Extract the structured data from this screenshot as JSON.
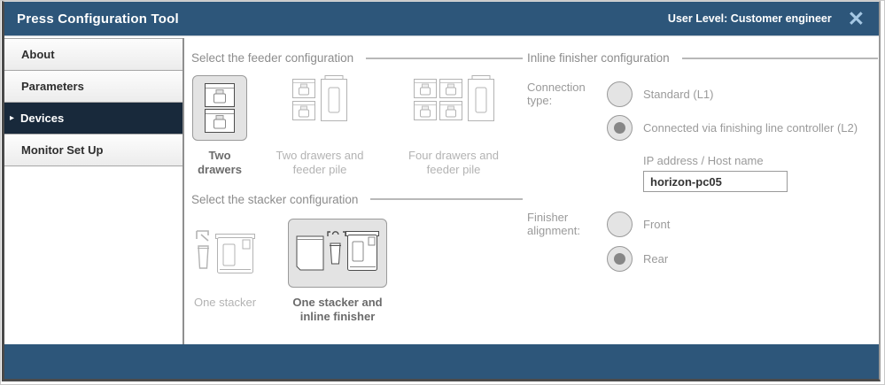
{
  "header": {
    "title": "Press Configuration Tool",
    "user_level": "User Level: Customer engineer"
  },
  "icons": {
    "close": "✕",
    "active_item_arrow": "▸"
  },
  "colors": {
    "header_bg": "#2d567a",
    "footer_bg": "#2d567a",
    "active_sidebar_bg": "#18293b",
    "selected_card_bg": "#e3e3e3"
  },
  "sidebar": {
    "items": [
      {
        "label": "About",
        "active": false
      },
      {
        "label": "Parameters",
        "active": false
      },
      {
        "label": "Devices",
        "active": true
      },
      {
        "label": "Monitor Set Up",
        "active": false
      }
    ]
  },
  "feeder": {
    "heading": "Select the feeder configuration",
    "options": [
      {
        "label": "Two drawers",
        "selected": true
      },
      {
        "label": "Two drawers and feeder pile",
        "selected": false
      },
      {
        "label": "Four drawers and feeder pile",
        "selected": false
      }
    ]
  },
  "stacker": {
    "heading": "Select the stacker configuration",
    "options": [
      {
        "label": "One stacker",
        "selected": false
      },
      {
        "label": "One stacker and inline finisher",
        "selected": true
      }
    ]
  },
  "finisher": {
    "heading": "Inline finisher configuration",
    "connection_type_label": "Connection type:",
    "connection_options": [
      {
        "label": "Standard (L1)",
        "selected": false
      },
      {
        "label": "Connected via finishing line controller (L2)",
        "selected": true
      }
    ],
    "ip_label": "IP address / Host name",
    "ip_value": "horizon-pc05",
    "alignment_label": "Finisher alignment:",
    "alignment_options": [
      {
        "label": "Front",
        "selected": false
      },
      {
        "label": "Rear",
        "selected": true
      }
    ]
  }
}
